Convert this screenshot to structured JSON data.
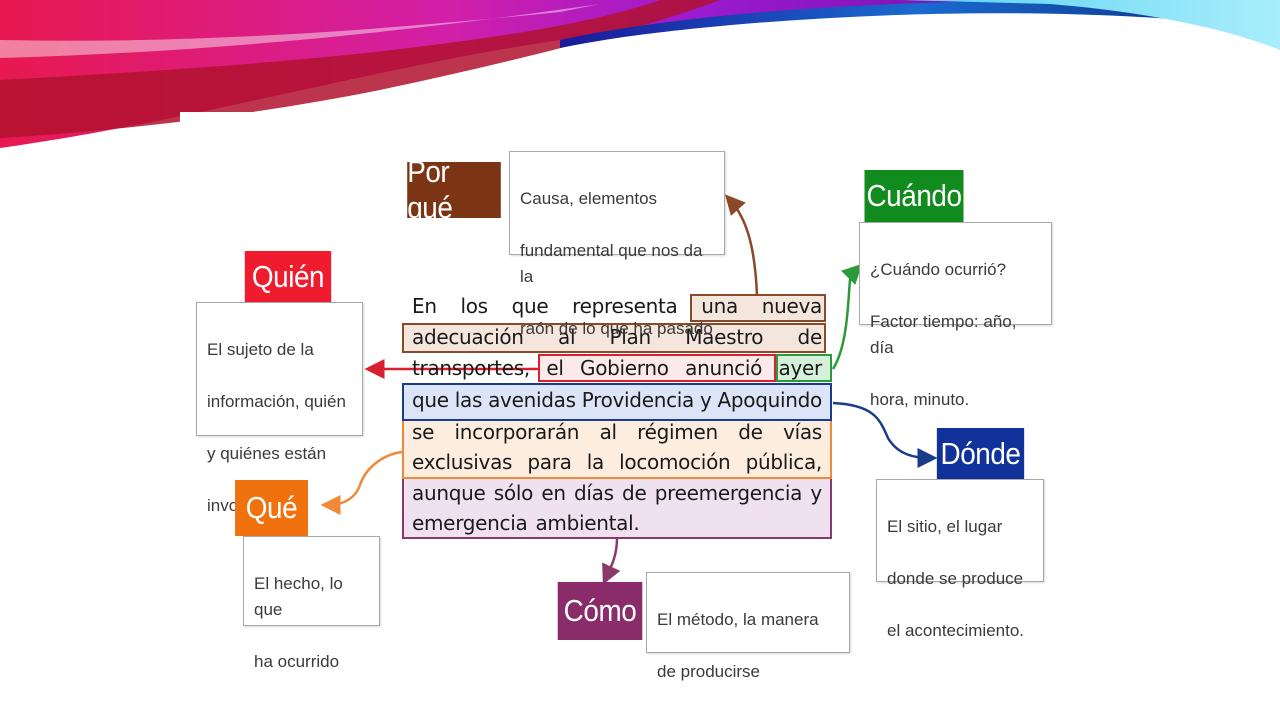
{
  "diagram": {
    "paragraph_lines": [
      [
        "En",
        "los",
        "que",
        "representa",
        "una",
        "nueva"
      ],
      [
        "adecuación",
        "al",
        "Plan",
        "Maestro",
        "de"
      ],
      [
        "transportes,",
        "el",
        "Gobierno",
        "anunció",
        "ayer"
      ],
      [
        "que",
        "las",
        "avenidas",
        "Providencia",
        "y",
        "Apoquindo"
      ],
      [
        "se",
        "incorporarán",
        "al",
        "régimen",
        "de",
        "vías"
      ],
      [
        "exclusivas",
        "para",
        "la",
        "locomoción",
        "pública,"
      ],
      [
        "aunque",
        "sólo",
        "en",
        "días",
        "de",
        "preemergencia",
        "y"
      ],
      [
        "emergencia",
        "ambiental."
      ]
    ],
    "boxes": {
      "porque": {
        "label": "Por qué",
        "color": "#7b3514",
        "desc": [
          "Causa, elementos",
          "fundamental que nos da la",
          "raón de lo que ha pasado"
        ]
      },
      "cuando": {
        "label": "Cuándo",
        "color": "#118b1e",
        "desc": [
          "¿Cuándo ocurrió?",
          "Factor tiempo: año, día",
          "hora, minuto."
        ]
      },
      "quien": {
        "label": "Quién",
        "color": "#ee1c2e",
        "desc": [
          "El sujeto de la",
          "información, quién",
          "y quiénes están",
          "involucrados."
        ]
      },
      "donde": {
        "label": "Dónde",
        "color": "#10329a",
        "desc": [
          "El sitio, el lugar",
          "donde se produce",
          "el acontecimiento."
        ]
      },
      "que": {
        "label": "Qué",
        "color": "#f0720f",
        "desc": [
          "El hecho, lo que",
          "ha ocurrido"
        ]
      },
      "como": {
        "label": "Cómo",
        "color": "#8a2b6a",
        "desc": [
          "El método, la manera",
          "de producirse"
        ]
      }
    },
    "highlight_colors": {
      "porque": "#8a4a2a",
      "quien": "#d82030",
      "cuando": "#2a9a3a",
      "donde": "#1a3a8a",
      "que": "#f08a3a",
      "como": "#8a3a6a"
    }
  }
}
